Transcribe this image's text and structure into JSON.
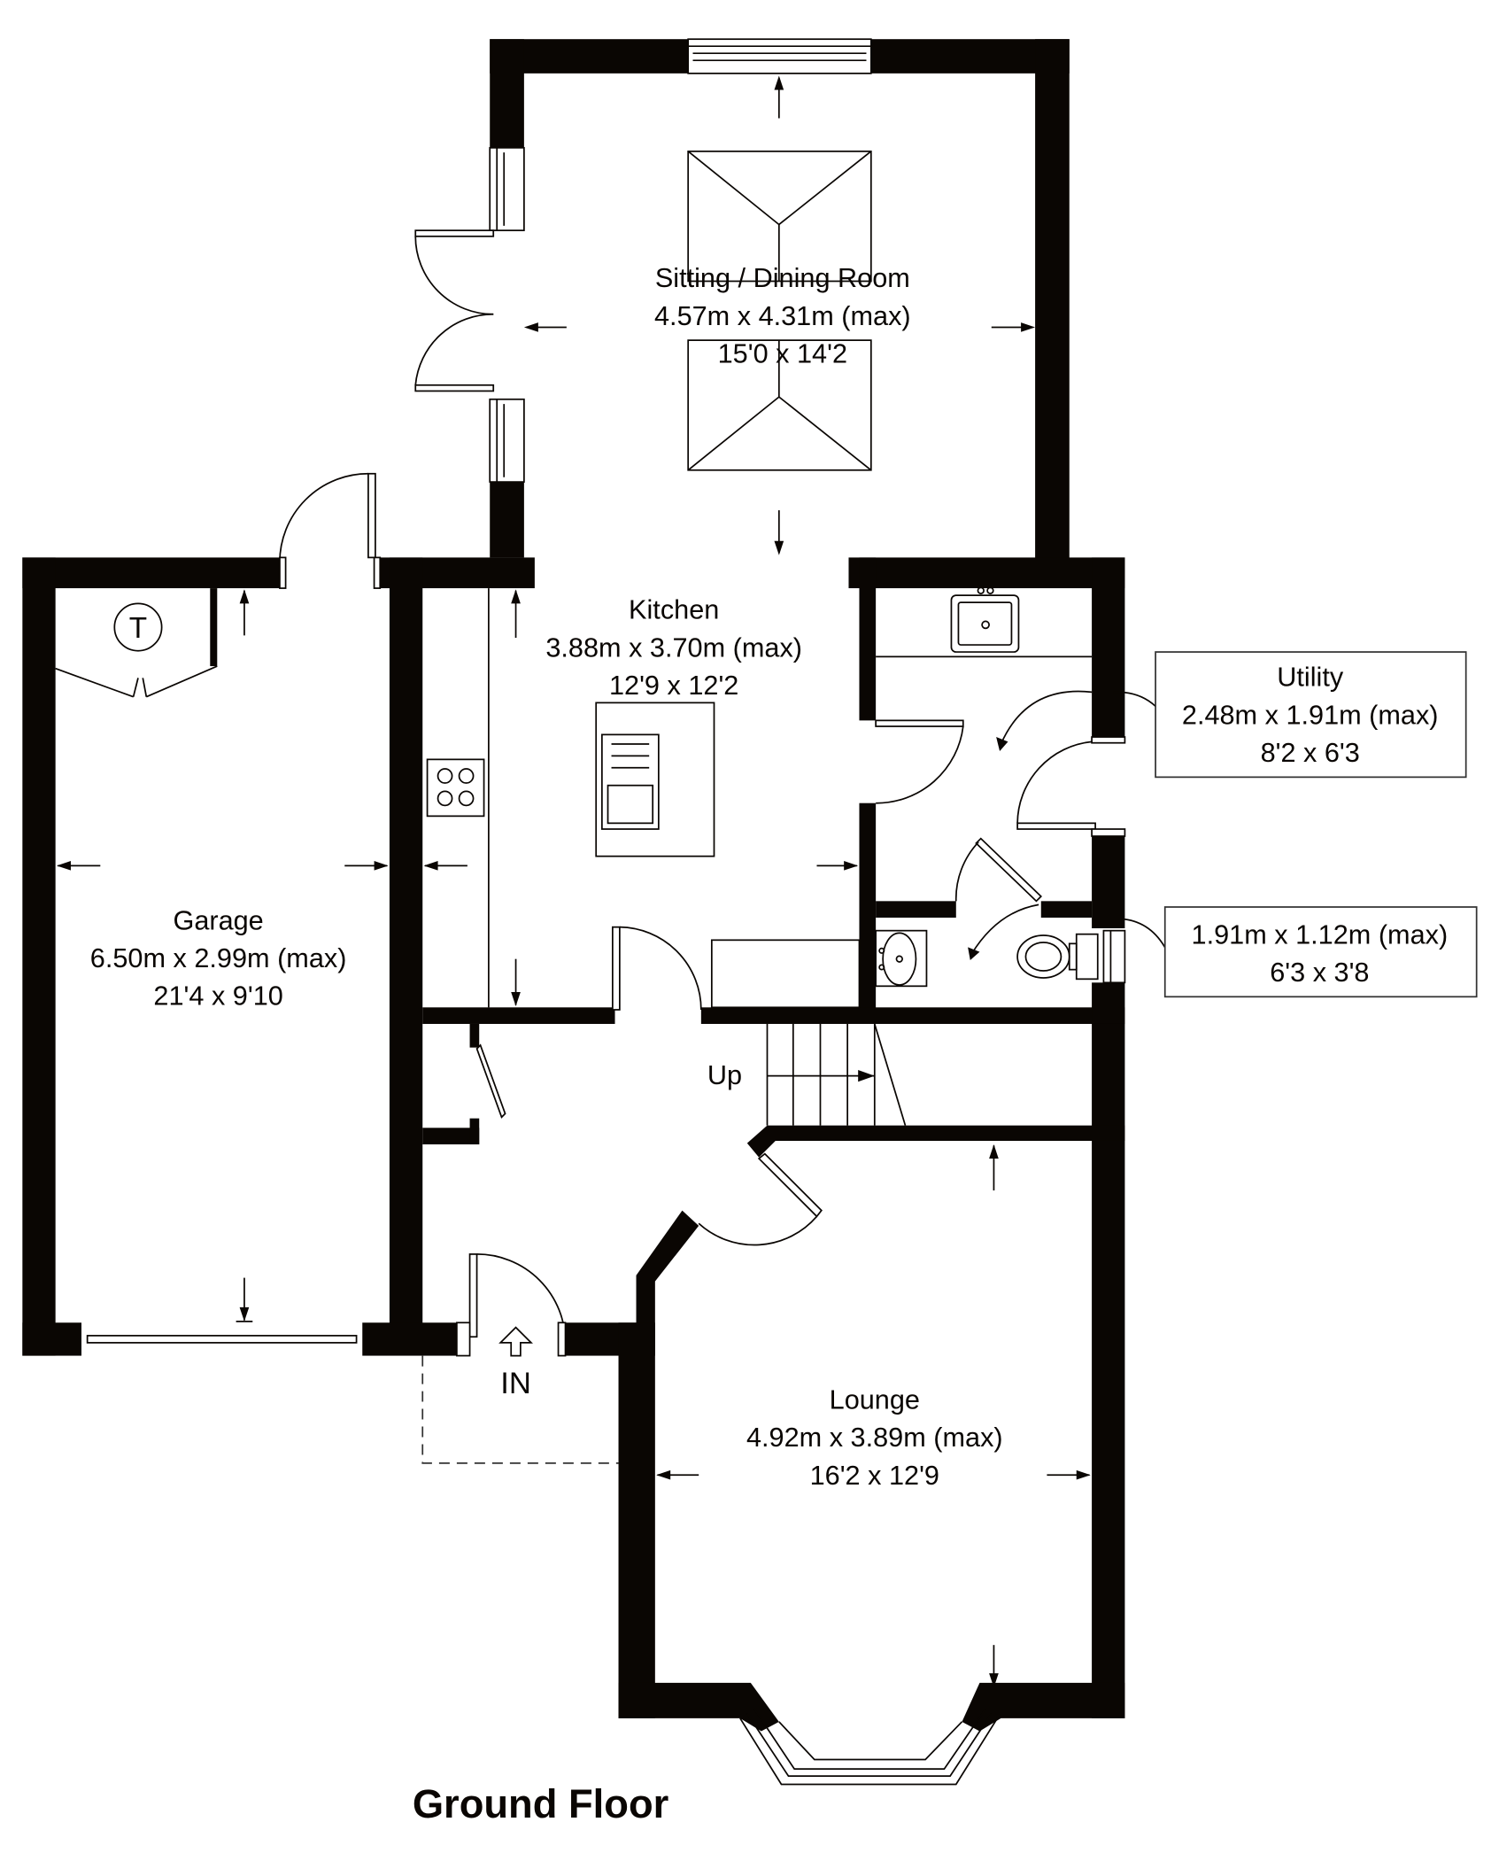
{
  "plan": {
    "title": "Ground Floor",
    "colors": {
      "wall": "#0a0603",
      "background": "#ffffff",
      "line": "#0a0603"
    }
  },
  "rooms": {
    "sitting_dining": {
      "name": "Sitting / Dining Room",
      "metric": "4.57m x 4.31m (max)",
      "imperial": "15'0 x 14'2"
    },
    "kitchen": {
      "name": "Kitchen",
      "metric": "3.88m x 3.70m (max)",
      "imperial": "12'9 x 12'2"
    },
    "utility": {
      "name": "Utility",
      "metric": "2.48m x 1.91m (max)",
      "imperial": "8'2 x 6'3"
    },
    "wc": {
      "metric": "1.91m x 1.12m (max)",
      "imperial": "6'3 x 3'8"
    },
    "garage": {
      "name": "Garage",
      "metric": "6.50m x 2.99m (max)",
      "imperial": "21'4 x 9'10"
    },
    "lounge": {
      "name": "Lounge",
      "metric": "4.92m x 3.89m (max)",
      "imperial": "16'2 x 12'9"
    }
  },
  "annotations": {
    "stairs": "Up",
    "entrance": "IN",
    "boiler": "T"
  }
}
